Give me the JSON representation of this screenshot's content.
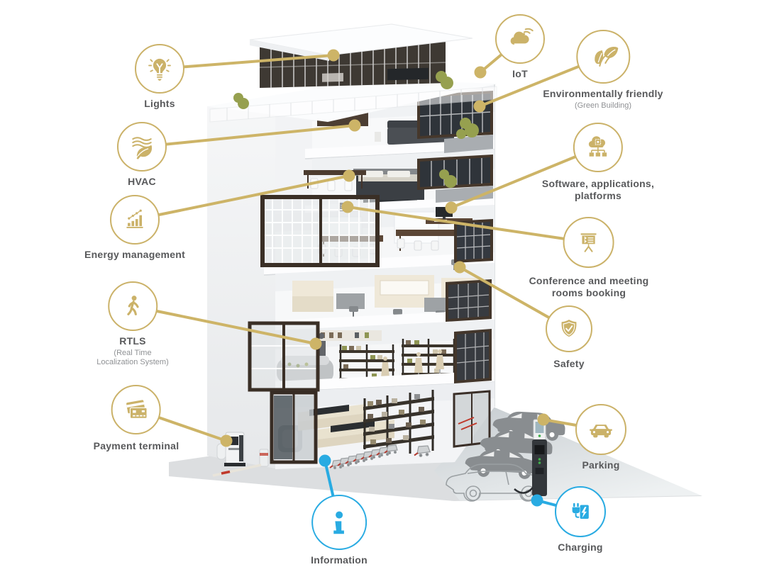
{
  "colors": {
    "accent_gold": "#CBB269",
    "accent_blue": "#29ABE2",
    "label_gray": "#58595B",
    "sublabel_gray": "#8F9194"
  },
  "nodes": {
    "lights": {
      "label": "Lights"
    },
    "hvac": {
      "label": "HVAC"
    },
    "energy": {
      "label": "Energy management"
    },
    "rtls": {
      "label": "RTLS",
      "sublabel": "(Real Time\nLocalization System)"
    },
    "payment": {
      "label": "Payment terminal"
    },
    "information": {
      "label": "Information"
    },
    "iot": {
      "label": "IoT"
    },
    "eco": {
      "label": "Environmentally friendly",
      "sublabel": "(Green Building)"
    },
    "software": {
      "label": "Software, applications,\nplatforms"
    },
    "conference": {
      "label": "Conference and meeting\nrooms booking"
    },
    "safety": {
      "label": "Safety"
    },
    "parking": {
      "label": "Parking"
    },
    "charging": {
      "label": "Charging"
    }
  }
}
